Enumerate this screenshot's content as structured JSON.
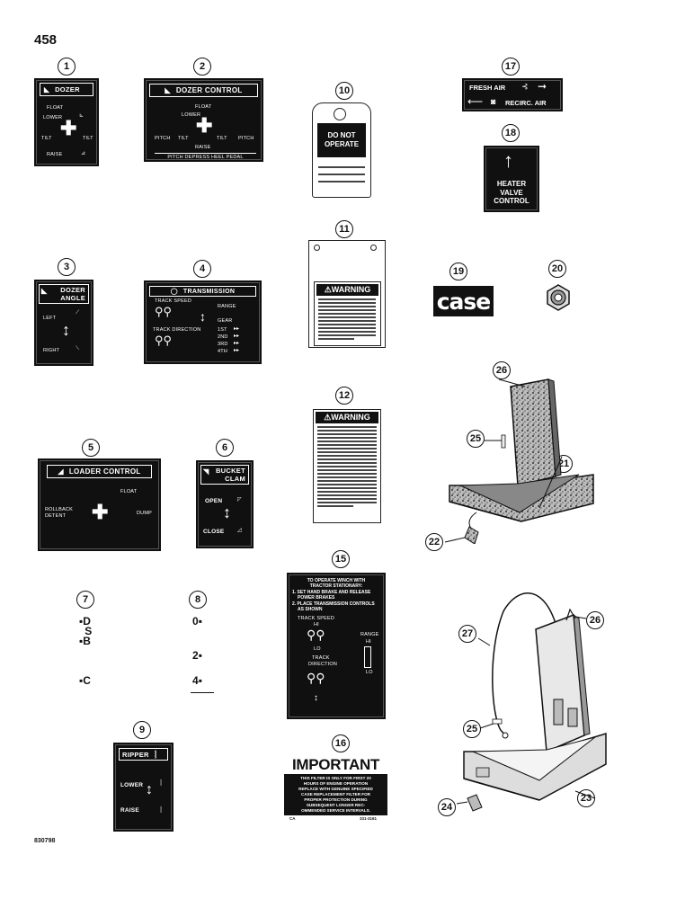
{
  "page": {
    "number": "458",
    "doc_id": "830798"
  },
  "callouts": [
    "1",
    "2",
    "3",
    "4",
    "5",
    "6",
    "7",
    "8",
    "9",
    "10",
    "11",
    "12",
    "15",
    "16",
    "17",
    "18",
    "19",
    "20",
    "21",
    "22",
    "23",
    "24",
    "25",
    "25",
    "26",
    "26",
    "27"
  ],
  "decal_1": {
    "title": "DOZER",
    "float": "FLOAT",
    "lower": "LOWER",
    "tilt_l": "TILT",
    "tilt_r": "TILT",
    "raise": "RAISE"
  },
  "decal_2": {
    "title": "DOZER CONTROL",
    "float": "FLOAT",
    "lower": "LOWER",
    "pitch_l": "PITCH",
    "tilt_l": "TILT",
    "tilt_r": "TILT",
    "pitch_r": "PITCH",
    "raise": "RAISE",
    "footer": "PITCH DEPRESS HEEL PEDAL"
  },
  "decal_3": {
    "title_1": "DOZER",
    "title_2": "ANGLE",
    "left": "LEFT",
    "right": "RIGHT"
  },
  "decal_4": {
    "title": "TRANSMISSION",
    "track_speed": "TRACK SPEED",
    "track_direction": "TRACK DIRECTION",
    "range": "RANGE",
    "gear": "GEAR",
    "g1": "1ST",
    "g2": "2ND",
    "g3": "3RD",
    "g4": "4TH"
  },
  "decal_5": {
    "title": "LOADER CONTROL",
    "float": "FLOAT",
    "rollback": "ROLLBACK",
    "detent": "DETENT",
    "dump": "DUMP"
  },
  "decal_6": {
    "title_1": "BUCKET",
    "title_2": "CLAM",
    "open": "OPEN",
    "close": "CLOSE"
  },
  "decal_7": {
    "letters": [
      "D",
      "S",
      "B",
      "C"
    ]
  },
  "decal_8": {
    "numbers": [
      "0",
      "2",
      "4"
    ]
  },
  "decal_9": {
    "title": "RIPPER",
    "lower": "LOWER",
    "raise": "RAISE"
  },
  "tag_10": {
    "line1": "DO NOT",
    "line2": "OPERATE"
  },
  "decal_11": {
    "title": "WARNING"
  },
  "decal_12": {
    "title": "WARNING"
  },
  "decal_15": {
    "line1": "TO OPERATE WINCH WITH",
    "line2": "TRACTOR STATIONARY:",
    "step1": "1. SET HAND BRAKE AND RELEASE",
    "step1b": "POWER BRAKES",
    "step2": "2. PLACE TRANSMISSION CONTROLS",
    "step2b": "AS SHOWN",
    "track_speed": "TRACK SPEED",
    "hi": "HI",
    "lo": "LO",
    "track": "TRACK",
    "direction": "DIRECTION",
    "range": "RANGE",
    "hi2": "HI",
    "lo2": "LO"
  },
  "decal_16": {
    "title": "IMPORTANT",
    "l1": "THIS FILTER IS ONLY FOR FIRST 20",
    "l2": "HOURS OF ENGINE OPERATION",
    "l3": "REPLACE WITH GENUINE SPECIFIED",
    "l4": "CASE REPLACEMENT FILTER FOR",
    "l5": "PROPER PROTECTION DURING",
    "l6": "SUBSEQUENT LONGER REC-",
    "l7": "OMMENDED SERVICE INTERVALS.",
    "code_l": "CA",
    "code_r": "331-3161"
  },
  "decal_17": {
    "fresh": "FRESH AIR",
    "recirc": "RECIRC. AIR"
  },
  "decal_18": {
    "l1": "HEATER",
    "l2": "VALVE",
    "l3": "CONTROL"
  },
  "logo_19": {
    "text": "case"
  }
}
